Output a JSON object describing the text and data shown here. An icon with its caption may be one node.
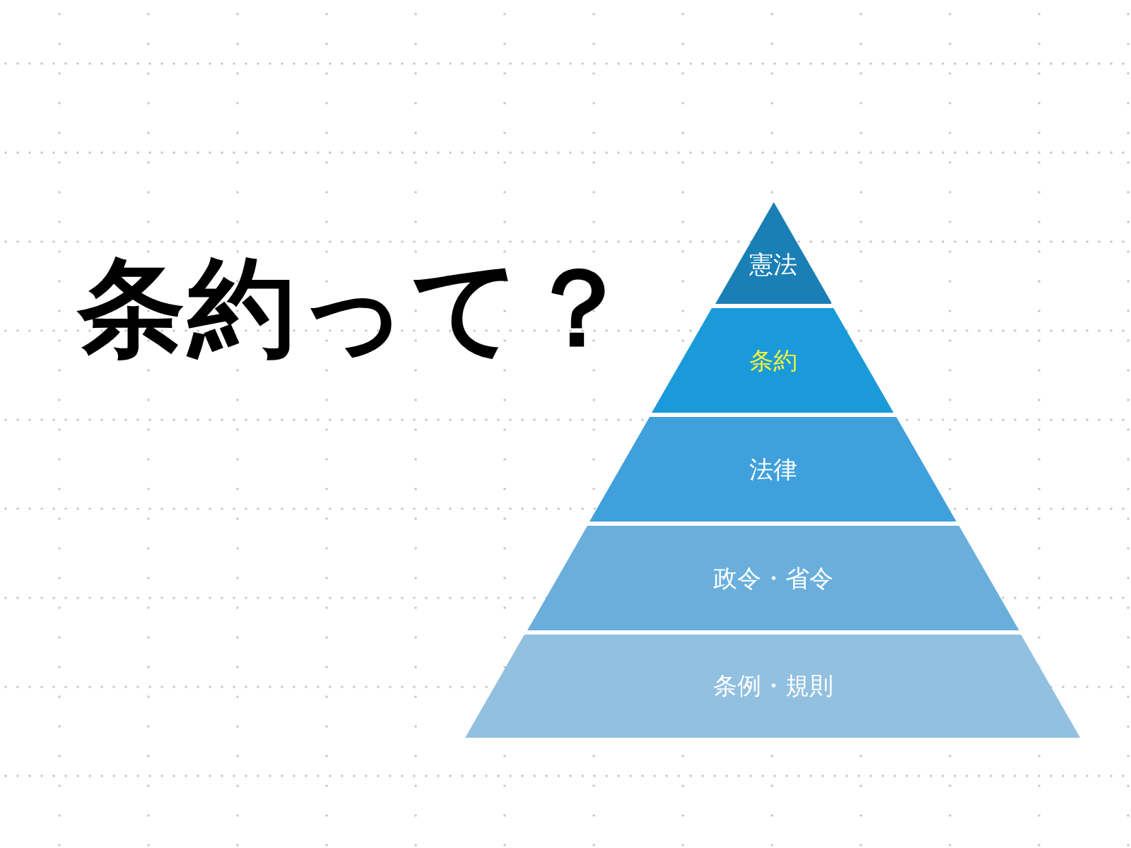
{
  "diagram": {
    "title": "条約って？",
    "nodes": [
      {
        "text": [
          "憲法"
        ]
      },
      {
        "text": [
          "条約"
        ]
      },
      {
        "text": [
          "法律"
        ]
      },
      {
        "text": [
          "政令・省令"
        ]
      },
      {
        "text": [
          "条例・規則"
        ]
      }
    ]
  }
}
